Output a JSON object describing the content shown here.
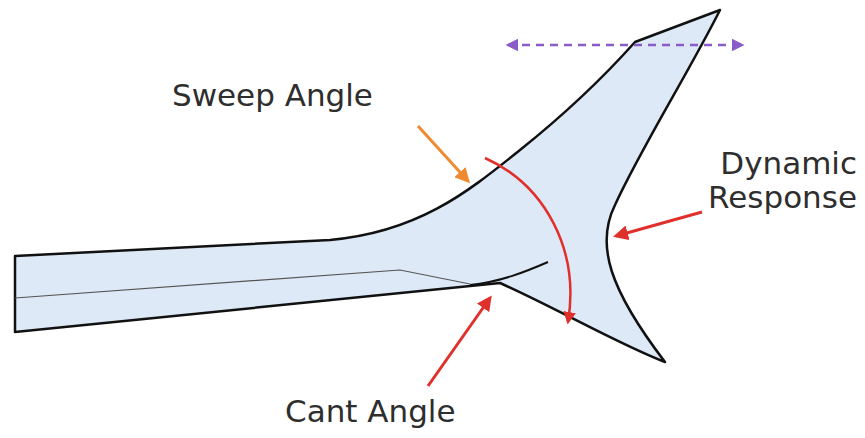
{
  "diagram": {
    "labels": [
      "Sweep Angle",
      "Dynamic Response",
      "Cant Angle"
    ]
  }
}
